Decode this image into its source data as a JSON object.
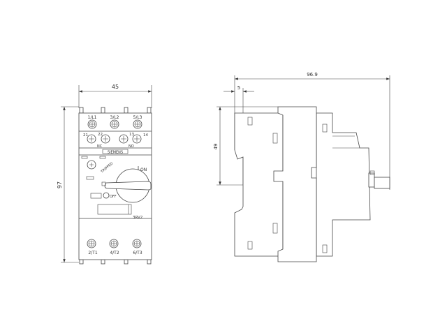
{
  "dimensions": {
    "width": "45",
    "height": "97",
    "depth": "96.9",
    "rail_offset": "5",
    "rail_height": "49"
  },
  "front": {
    "top_terminals": [
      "1/L1",
      "3/L2",
      "5/L3"
    ],
    "aux_terminals": [
      "21",
      "22",
      "13",
      "14"
    ],
    "aux_labels": [
      "NC",
      "NO"
    ],
    "brand": "SIEMENS",
    "tripped": "TRIPPED",
    "on": "ON",
    "off": "OFF",
    "model": "3RV2",
    "bottom_terminals": [
      "2/T1",
      "4/T2",
      "6/T3"
    ]
  },
  "colors": {
    "line": "#444444",
    "background": "#ffffff"
  }
}
